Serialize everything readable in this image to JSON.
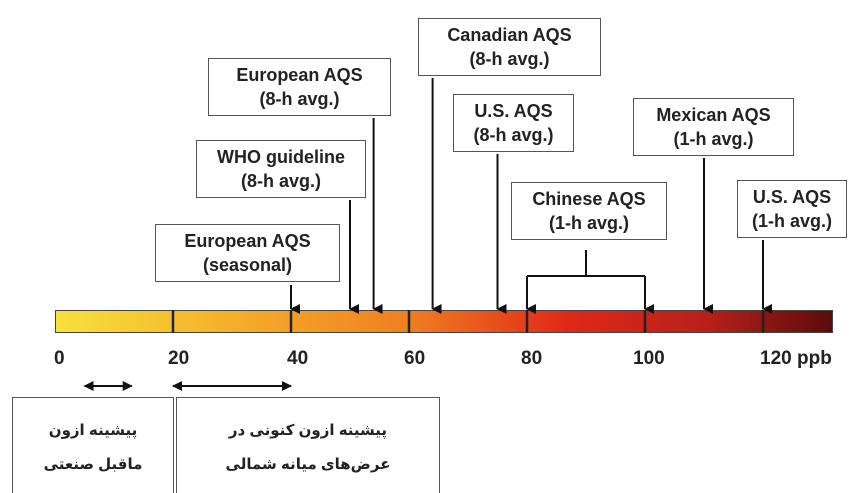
{
  "scale": {
    "ticks": [
      "0",
      "20",
      "40",
      "60",
      "80",
      "100",
      "120 ppb"
    ],
    "min": 0,
    "max": 130
  },
  "standards": [
    {
      "line1": "European AQS",
      "line2": "(seasonal)",
      "value": 40
    },
    {
      "line1": "WHO guideline",
      "line2": "(8-h avg.)",
      "value": 50
    },
    {
      "line1": "European AQS",
      "line2": "(8-h avg.)",
      "value": 54
    },
    {
      "line1": "Canadian AQS",
      "line2": "(8-h avg.)",
      "value": 64
    },
    {
      "line1": "U.S. AQS",
      "line2": "(8-h avg.)",
      "value": 75
    },
    {
      "line1": "Chinese AQS",
      "line2": "(1-h avg.)",
      "range": [
        80,
        100
      ]
    },
    {
      "line1": "Mexican AQS",
      "line2": "(1-h avg.)",
      "value": 110
    },
    {
      "line1": "U.S. AQS",
      "line2": "(1-h avg.)",
      "value": 120
    }
  ],
  "ranges": [
    {
      "line1": "پیشینه ازون",
      "line2": "ماقبل صنعتی",
      "from": 5,
      "to": 13
    },
    {
      "line1": "پیشینه ازون کنونی در",
      "line2": "عرض‌های میانه شمالی",
      "from": 20,
      "to": 40
    }
  ],
  "colors": {
    "bar_start": "#f7e13a",
    "bar_mid": "#f08020",
    "bar_red": "#e02818",
    "bar_end": "#5a0c0c"
  }
}
